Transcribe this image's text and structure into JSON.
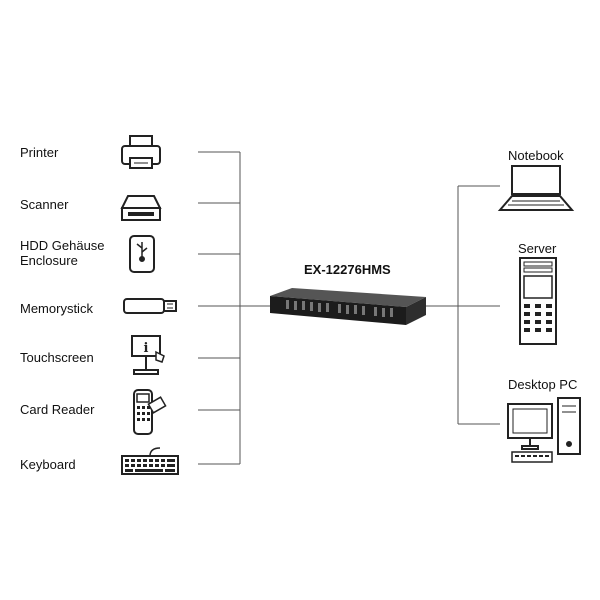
{
  "title": "EX-12276HMS",
  "left_devices": [
    {
      "label": "Printer",
      "icon": "printer-icon"
    },
    {
      "label": "Scanner",
      "icon": "scanner-icon"
    },
    {
      "label": "HDD Gehäuse\nEnclosure",
      "icon": "hdd-enclosure-icon"
    },
    {
      "label": "Memorystick",
      "icon": "usb-stick-icon"
    },
    {
      "label": "Touchscreen",
      "icon": "touchscreen-kiosk-icon"
    },
    {
      "label": "Card Reader",
      "icon": "card-reader-icon"
    },
    {
      "label": "Keyboard",
      "icon": "keyboard-icon"
    }
  ],
  "right_devices": [
    {
      "label": "Notebook",
      "icon": "notebook-icon"
    },
    {
      "label": "Server",
      "icon": "server-icon"
    },
    {
      "label": "Desktop PC",
      "icon": "desktop-pc-icon"
    }
  ],
  "colors": {
    "line": "#555555",
    "icon": "#222222",
    "hub": "#1c1c1c"
  }
}
